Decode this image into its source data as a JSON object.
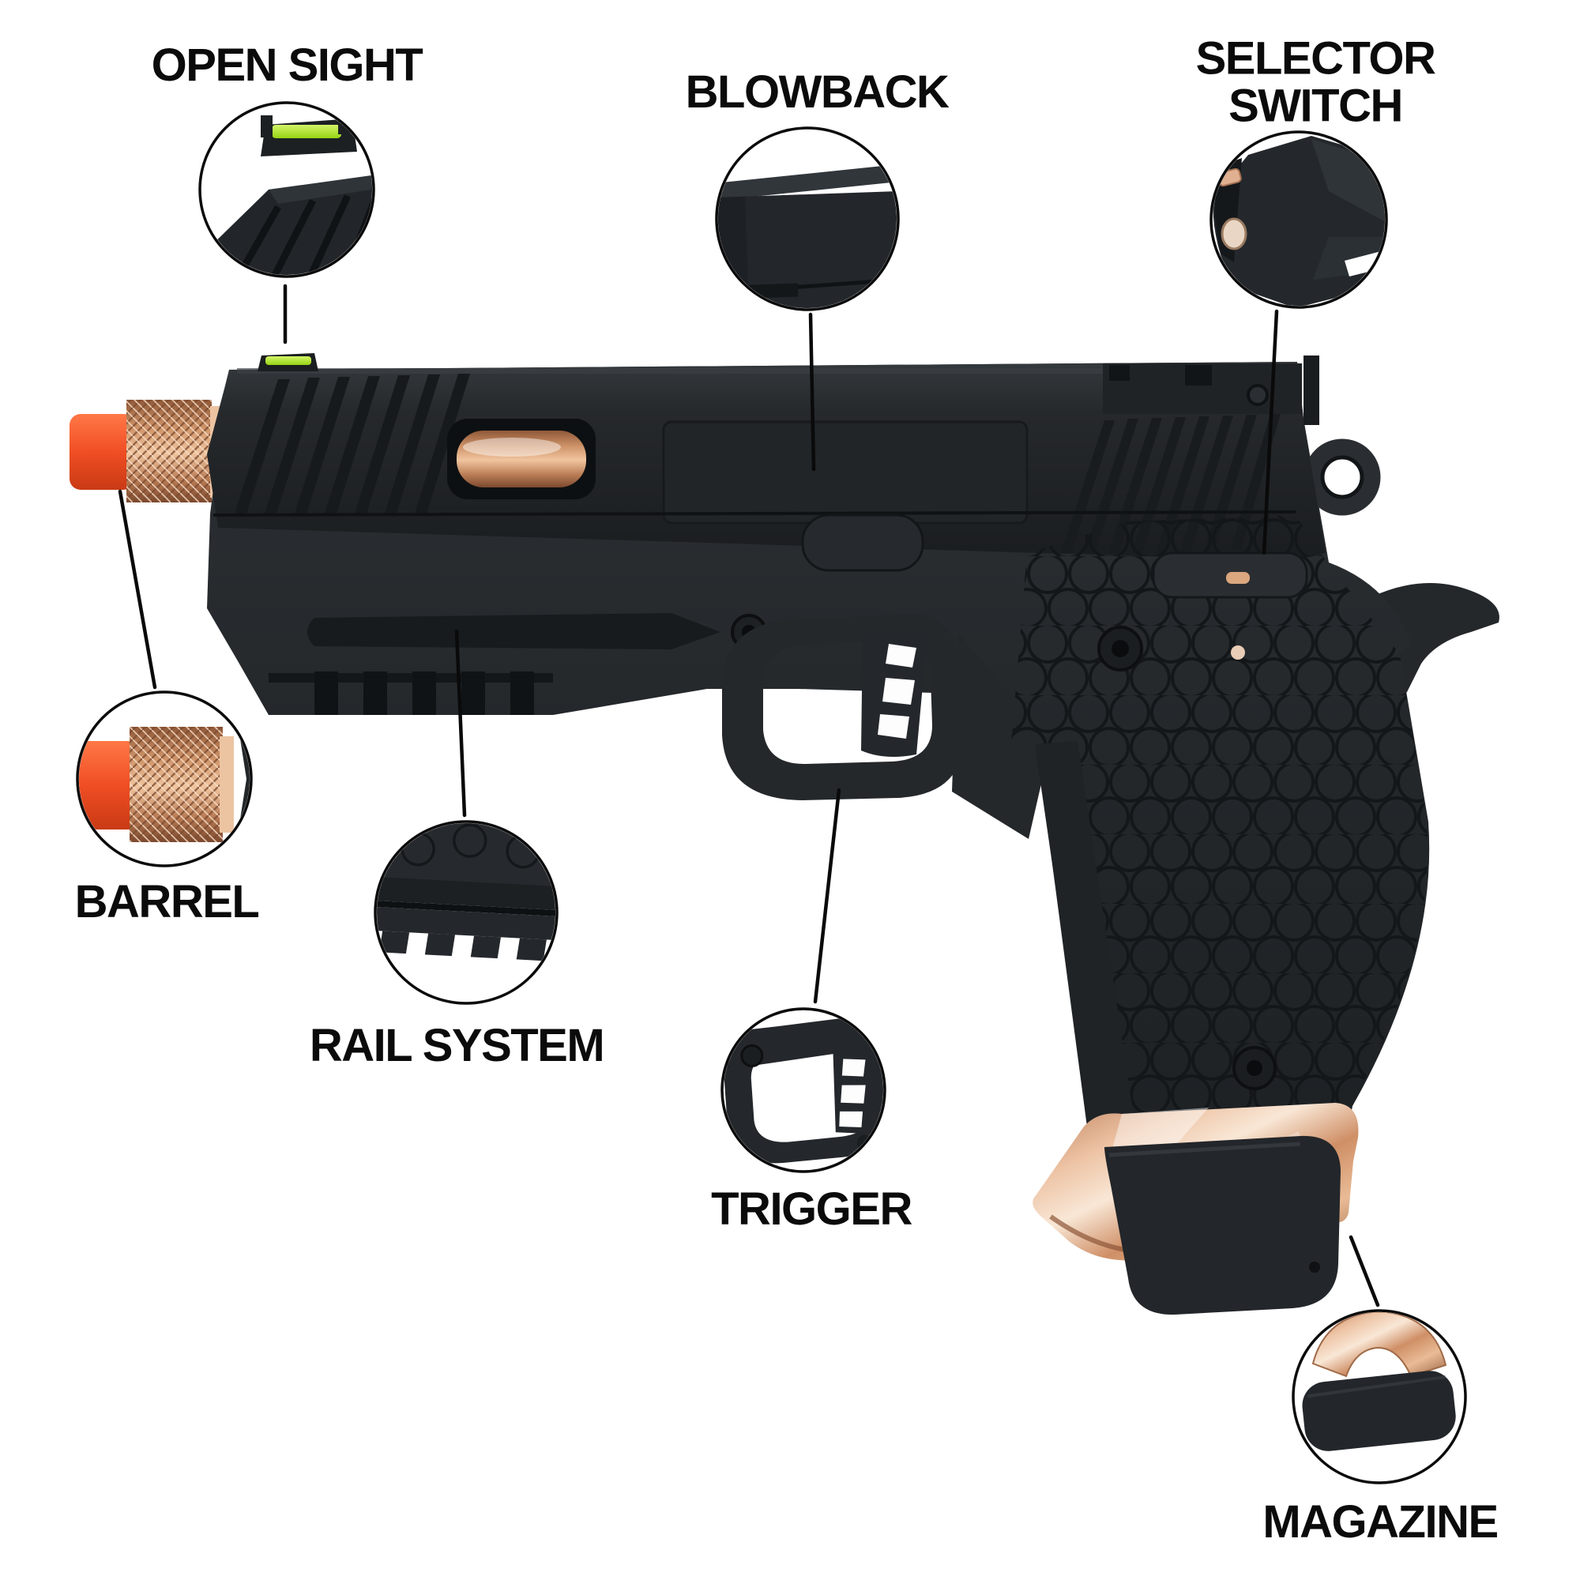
{
  "diagram": {
    "subject": "gas blowback pistol parts diagram",
    "background_color": "#ffffff",
    "label_color": "#0b0b0b",
    "leader_line_color": "#0a0a0a",
    "colors": {
      "gun_black": "#24282b",
      "gun_shadow": "#14171a",
      "gun_highlight": "#33383c",
      "copper": "#cf9469",
      "copper_light": "#f6dcc4",
      "copper_dark": "#8f5838",
      "orange_tip": "#f04e24",
      "fiber_optic_green": "#a4e226"
    },
    "callouts": [
      {
        "id": "open-sight",
        "label": "OPEN SIGHT",
        "part": "front fiber-optic open sight"
      },
      {
        "id": "blowback",
        "label": "BLOWBACK",
        "part": "blowback slide panel"
      },
      {
        "id": "selector-switch",
        "label": "SELECTOR SWITCH",
        "part": "thumb safety selector"
      },
      {
        "id": "barrel",
        "label": "BARREL",
        "part": "threaded barrel with orange tip"
      },
      {
        "id": "rail-system",
        "label": "RAIL SYSTEM",
        "part": "under-frame accessory rail"
      },
      {
        "id": "trigger",
        "label": "TRIGGER",
        "part": "skeletonized trigger"
      },
      {
        "id": "magazine",
        "label": "MAGAZINE",
        "part": "magazine base plate"
      }
    ]
  }
}
